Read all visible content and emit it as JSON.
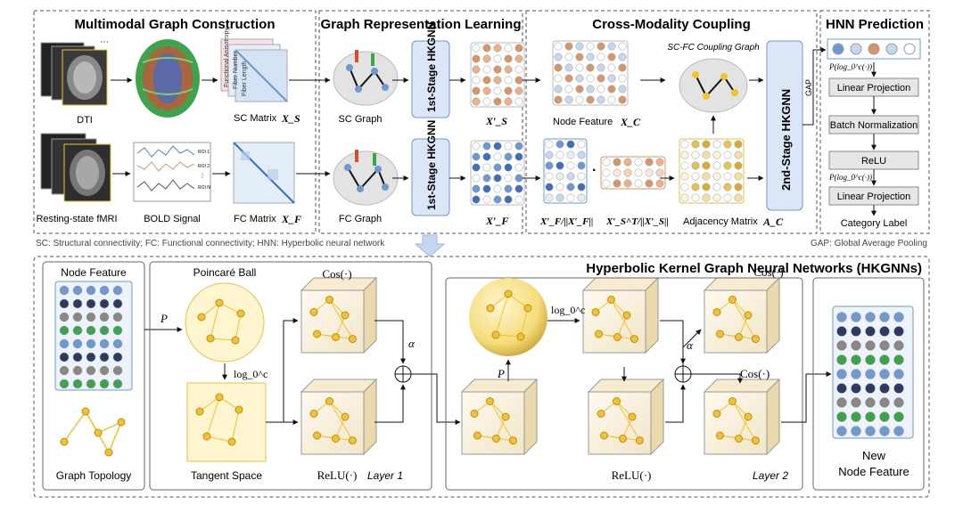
{
  "panels": {
    "multimodal": "Multimodal Graph Construction",
    "representation": "Graph Representation Learning",
    "coupling": "Cross-Modality Coupling",
    "prediction": "HNN Prediction",
    "hkgnn": "Hyperbolic Kernel Graph Neural Networks (HKGNNs)"
  },
  "multimodal": {
    "dti": "DTI",
    "fmri": "Resting-state fMRI",
    "bold": "BOLD Signal",
    "sc_matrix": "SC Matrix",
    "fc_matrix": "FC Matrix",
    "sc_sym": "X_S",
    "fc_sym": "X_F",
    "sc_tags": [
      "Functional Anisotropy",
      "Fiber Number",
      "Fiber Length"
    ],
    "roi_labels": [
      "ROI 1",
      "ROI 2",
      "⋮",
      "ROI N"
    ]
  },
  "representation": {
    "sc_graph": "SC Graph",
    "fc_graph": "FC Graph",
    "stage1_a": "1st-Stage HKGNN",
    "stage1_b": "1st-Stage HKGNN",
    "xs_prime": "X′_S",
    "xf_prime": "X′_F"
  },
  "coupling": {
    "node_feature": "Node Feature",
    "node_feature_sym": "X_C",
    "coupling_graph": "SC-FC Coupling Graph",
    "stage2": "2nd-Stage HKGNN",
    "adjacency": "Adjacency Matrix",
    "adjacency_sym": "A_C",
    "xf_norm": "X′_F/||X′_F||",
    "xs_norm": "X′_S^T/||X′_S||",
    "gap": "GAP"
  },
  "prediction": {
    "log_label": "P(log_0^c(·))",
    "steps": [
      "Linear Projection",
      "Batch Normalization",
      "ReLU",
      "Linear Projection"
    ],
    "category": "Category Label"
  },
  "notes": {
    "abbrev": "SC: Structural connectivity; FC: Functional connectivity; HNN: Hyperbolic neural network",
    "gap": "GAP: Global Average Pooling"
  },
  "hkgnn": {
    "node_feature": "Node Feature",
    "graph_topology": "Graph Topology",
    "poincare": "Poincaré Ball",
    "tangent": "Tangent Space",
    "cos": "Cos(·)",
    "relu": "ReLU(·)",
    "layer1": "Layer 1",
    "layer2": "Layer 2",
    "alpha": "α",
    "p": "P",
    "log": "log_0^c",
    "new_feature": [
      "New",
      "Node Feature"
    ]
  },
  "colors": {
    "blue_header": "#dce8f7",
    "gold": "#f2c230",
    "blue_node": "#6e98cf",
    "orange_node": "#d9956a"
  }
}
